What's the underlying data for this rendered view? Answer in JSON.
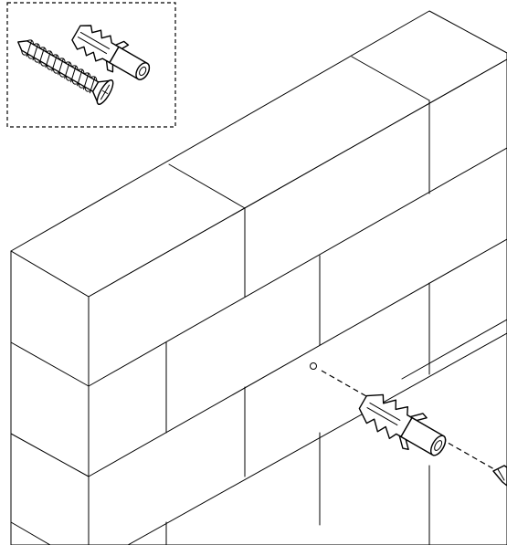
{
  "diagram": {
    "kind": "assembly-illustration",
    "colors": {
      "line": "#000000",
      "background": "#ffffff"
    },
    "parts": [
      {
        "icon": "screw-icon"
      },
      {
        "icon": "wall-plug-icon"
      }
    ],
    "scene": {
      "wall": "brick-wall",
      "marker": "drill-hole-mark"
    }
  }
}
